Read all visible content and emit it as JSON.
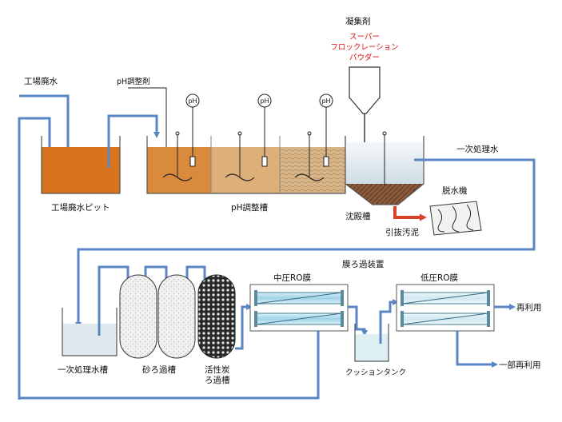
{
  "labels": {
    "wastewater": "工場廃水",
    "pit": "工場廃水ピット",
    "ph_agent": "pH調整剤",
    "ph_tank": "pH調整槽",
    "ph_sensor": "pH",
    "coagulant": "凝集剤",
    "coagulant_note": [
      "スーパー",
      "フロックレーション",
      "パウダー"
    ],
    "sedimentation": "沈殿槽",
    "dewatering": "脱水機",
    "sludge": "引抜汚泥",
    "primary_water": "一次処理水",
    "primary_tank": "一次処理水槽",
    "sand_filter": "砂ろ過槽",
    "carbon_filter": [
      "活性炭",
      "ろ過槽"
    ],
    "membrane_system": "膜ろ過装置",
    "mid_ro": "中圧RO膜",
    "low_ro": "低圧RO膜",
    "cushion_tank": "クッションタンク",
    "reuse": "再利用",
    "partial_reuse": "一部再利用"
  },
  "colors": {
    "flow": "#5b86c4",
    "pit_water": "#d9741e",
    "ph_tank_1": "#d98a3c",
    "ph_tank_2": "#ddb07a",
    "ph_tank_3": "#d7b68a",
    "sedimentation_water": "#dfe9ee",
    "sludge_arrow": "#d9432b",
    "membrane": "#a9d8ea",
    "coagulant_text": "#d11111"
  }
}
